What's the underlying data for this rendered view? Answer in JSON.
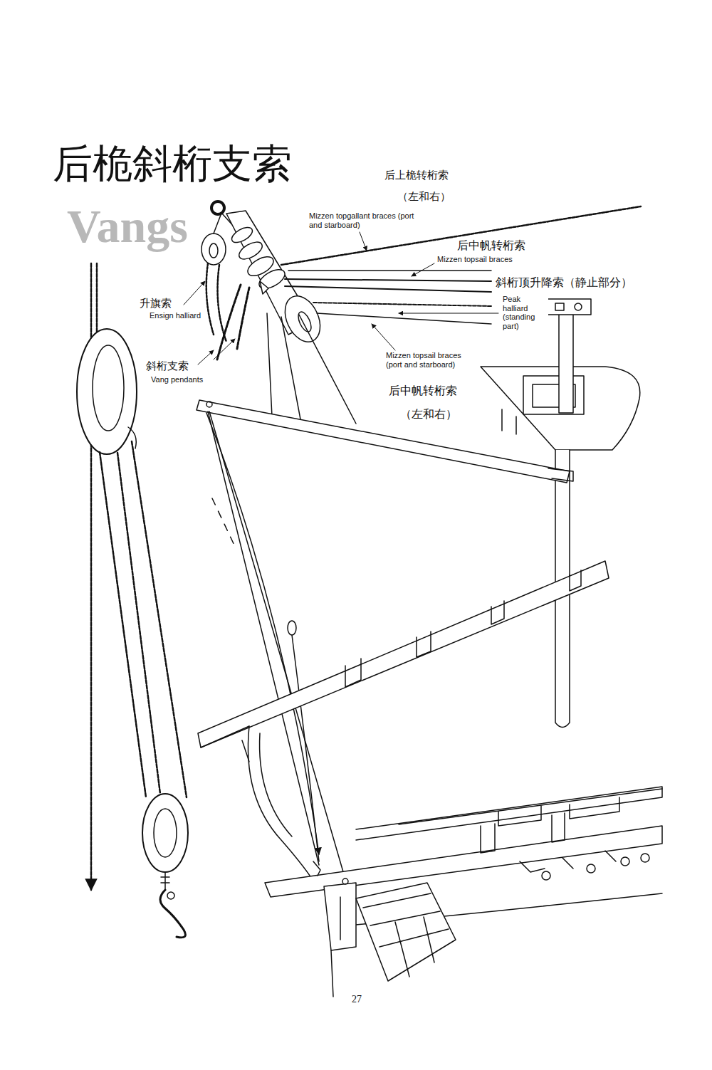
{
  "diagram": {
    "title": "后桅斜桁支索",
    "labels": [
      "Vangs",
      "后上桅转桁索",
      "（左和右）",
      "Mizzen topgallant braces (port and starboard)",
      "后中帆转桁索",
      "Mizzen topsail braces",
      "斜桁顶升降索（静止部分）",
      "Peak halliard (standing part)",
      "Mizzen topsail braces (port and starboard)",
      "后中帆转桁索",
      "（左和右）",
      "升旗索",
      "Ensign halliard",
      "斜桁支索",
      "Vang pendants",
      "27"
    ]
  }
}
